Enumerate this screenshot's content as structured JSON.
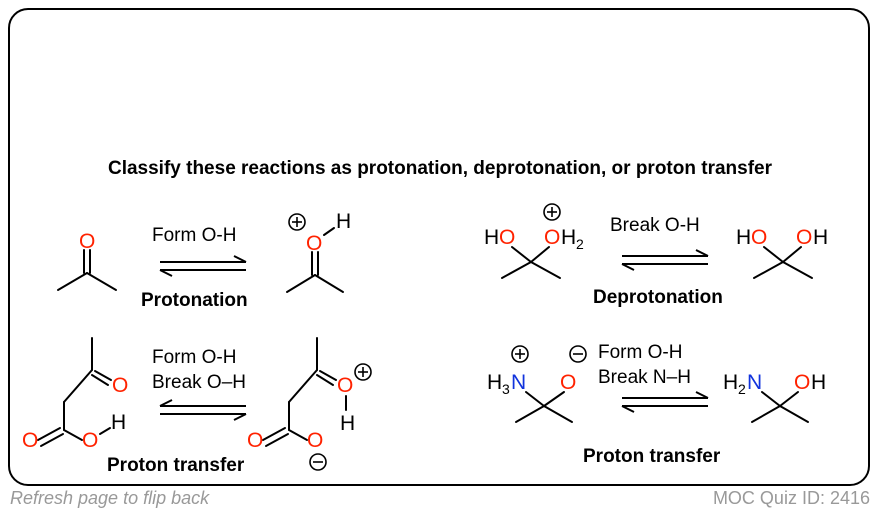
{
  "title": "Classify these reactions as protonation, deprotonation, or proton transfer",
  "reactions": [
    {
      "conditions": [
        "Form O-H"
      ],
      "classification": "Protonation"
    },
    {
      "conditions": [
        "Break O-H"
      ],
      "classification": "Deprotonation"
    },
    {
      "conditions": [
        "Form O-H",
        "Break O–H"
      ],
      "classification": "Proton transfer"
    },
    {
      "conditions": [
        "Form O-H",
        "Break N–H"
      ],
      "classification": "Proton transfer"
    }
  ],
  "atoms": {
    "O": "O",
    "H": "H",
    "HO": "HO",
    "OH": "OH",
    "N": "N",
    "H3": "H",
    "H3_sub": "3",
    "H2": "H",
    "H2_sub": "2"
  },
  "footer": {
    "left": "Refresh page to flip back",
    "right": "MOC Quiz ID: 2416"
  }
}
